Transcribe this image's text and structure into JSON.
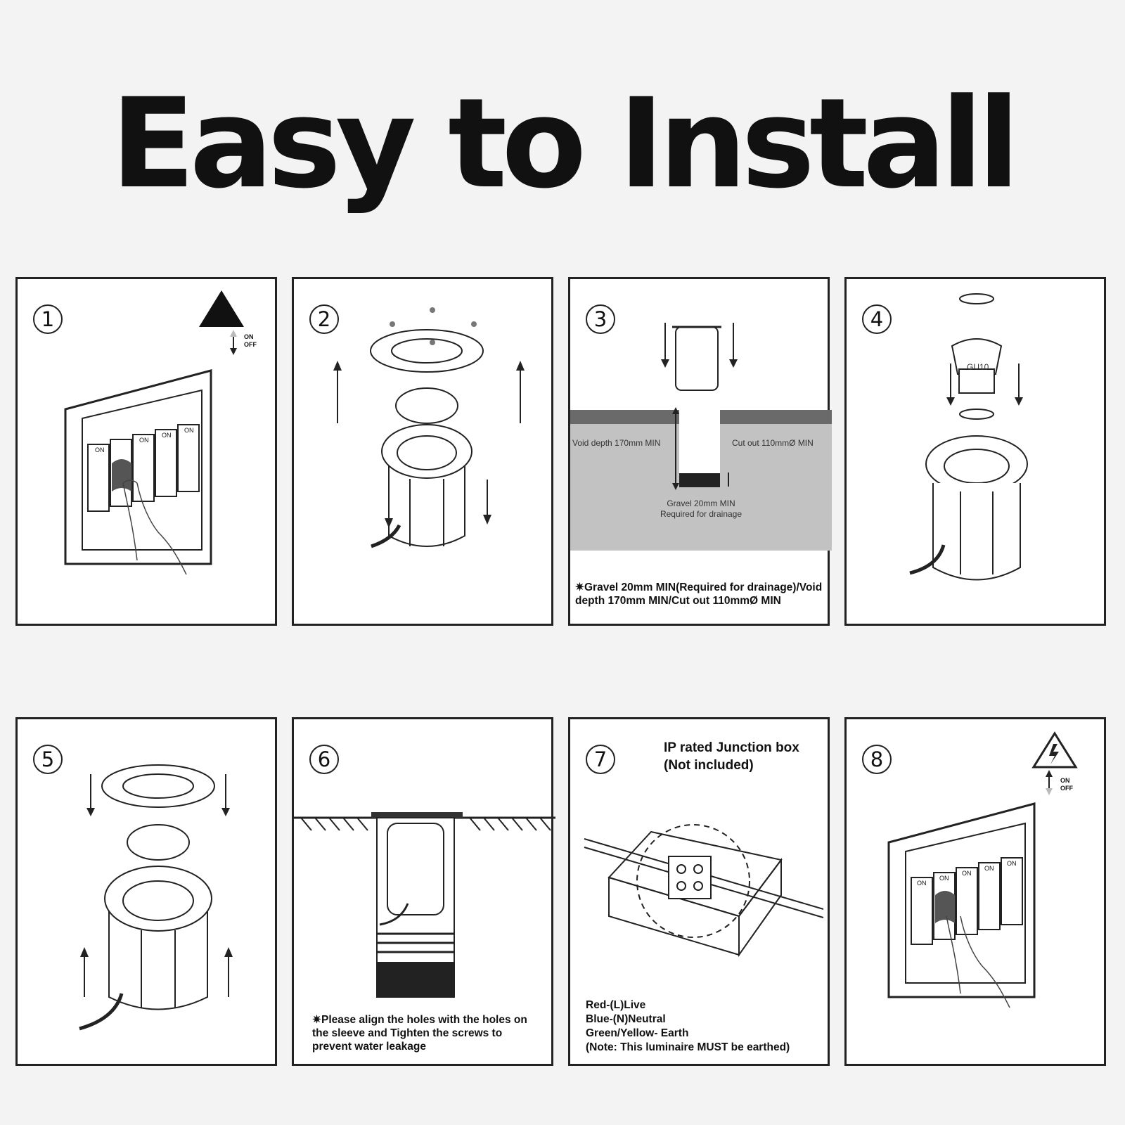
{
  "title": "Easy to Install",
  "steps": [
    {
      "number": "1",
      "switch_on": "ON",
      "switch_off": "OFF",
      "breaker_label": "ON"
    },
    {
      "number": "2"
    },
    {
      "number": "3",
      "void_label": "Void depth 170mm MIN",
      "cut_label": "Cut out 110mmØ MIN",
      "gravel_label_1": "Gravel 20mm MIN",
      "gravel_label_2": "Required for drainage",
      "note": "✷Gravel 20mm MIN(Required for drainage)/Void depth 170mm MIN/Cut out 110mmØ MIN"
    },
    {
      "number": "4",
      "bulb_label": "GU10"
    },
    {
      "number": "5"
    },
    {
      "number": "6",
      "note": "✷Please align the holes with the holes on the sleeve and Tighten the screws to prevent water leakage"
    },
    {
      "number": "7",
      "heading_1": "IP rated Junction box",
      "heading_2": "(Not included)",
      "wiring": [
        "Red-(L)Live",
        "Blue-(N)Neutral",
        "Green/Yellow- Earth",
        "(Note: This luminaire MUST be earthed)"
      ]
    },
    {
      "number": "8",
      "switch_on": "ON",
      "switch_off": "OFF",
      "breaker_label": "ON"
    }
  ]
}
